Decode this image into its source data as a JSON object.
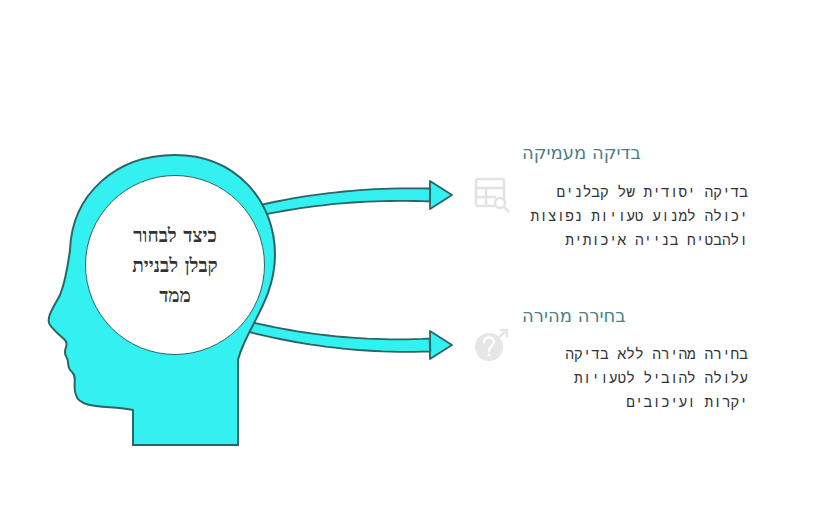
{
  "diagram": {
    "nodes": [
      {
        "text": [
          "כיצד לבחור קבלן לבניית ממד"
        ]
      },
      {
        "text": [
          "בדיקה מעמיקה",
          "בדיקה יסודית של קבלנים יכולה למנוע טעויות נפוצות ולהבטיח בנייה איכותית"
        ]
      },
      {
        "text": [
          "בחירה מהירה",
          "בחירה מהירה ללא בדיקה עלולה להוביל לטעויות יקרות ועיכובים"
        ]
      }
    ],
    "edges": [
      {
        "from": 0,
        "to": 1,
        "arrow": "to"
      },
      {
        "from": 0,
        "to": 2,
        "arrow": "to"
      }
    ]
  }
}
